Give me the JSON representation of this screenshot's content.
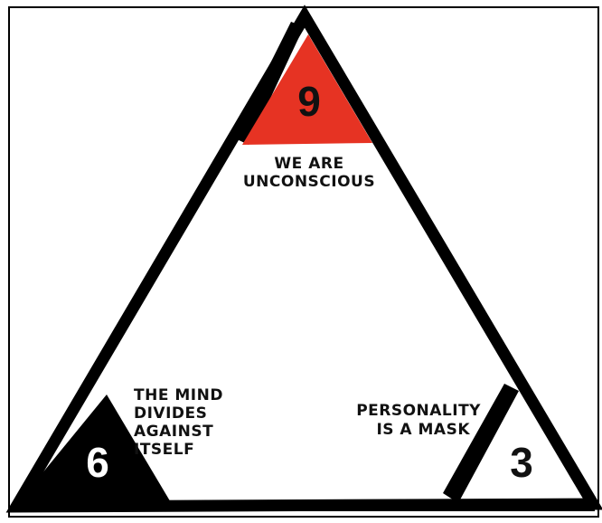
{
  "colors": {
    "accent": "#e63323",
    "ink": "#000000",
    "background": "#ffffff"
  },
  "top": {
    "number": "9",
    "caption_lines": [
      "WE ARE",
      "UNCONSCIOUS"
    ]
  },
  "bottom_left": {
    "number": "6",
    "caption_lines": [
      "THE MIND",
      "DIVIDES",
      "AGAINST",
      "ITSELF"
    ]
  },
  "bottom_right": {
    "number": "3",
    "caption_lines": [
      "PERSONALITY",
      "IS A MASK"
    ]
  }
}
